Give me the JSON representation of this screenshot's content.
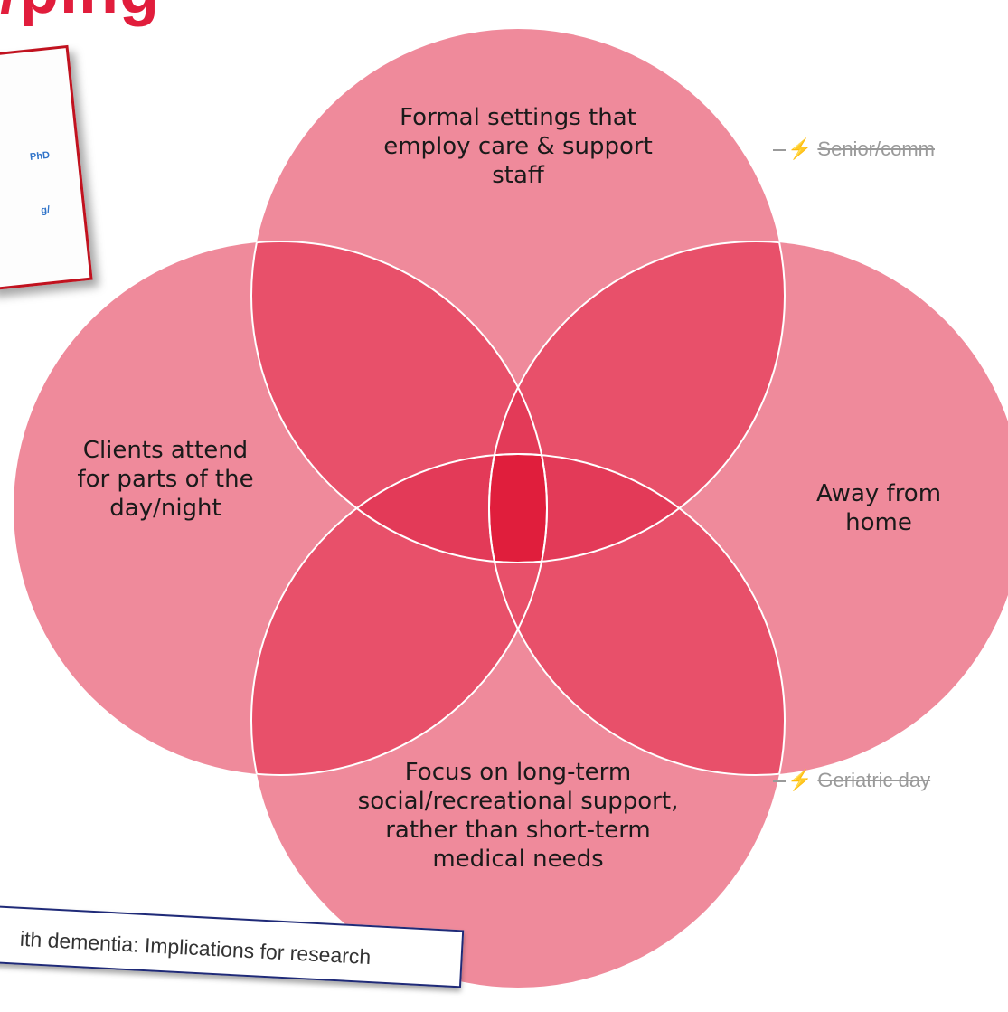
{
  "slide": {
    "title_fragment": "/ping"
  },
  "card": {
    "snippet_1": "PhD",
    "snippet_2": "g/"
  },
  "strip": {
    "text": "ith dementia: Implications for research"
  },
  "venn": {
    "circles": [
      {
        "label": "Formal settings that employ care & support staff"
      },
      {
        "label": "Clients attend for parts of the day/night"
      },
      {
        "label": "Away from home"
      },
      {
        "label": "Focus on long-term social/recreational support, rather than short-term medical needs"
      }
    ]
  },
  "side_notes": {
    "top": "Senior/comm",
    "bottom": "Geriatric day"
  },
  "colors": {
    "circle": "#ef8a9b",
    "overlap": "#e8506a",
    "center": "#e01e3c",
    "outline": "#ffffff",
    "title": "#e11d3c",
    "bolt": "#f28c28"
  }
}
